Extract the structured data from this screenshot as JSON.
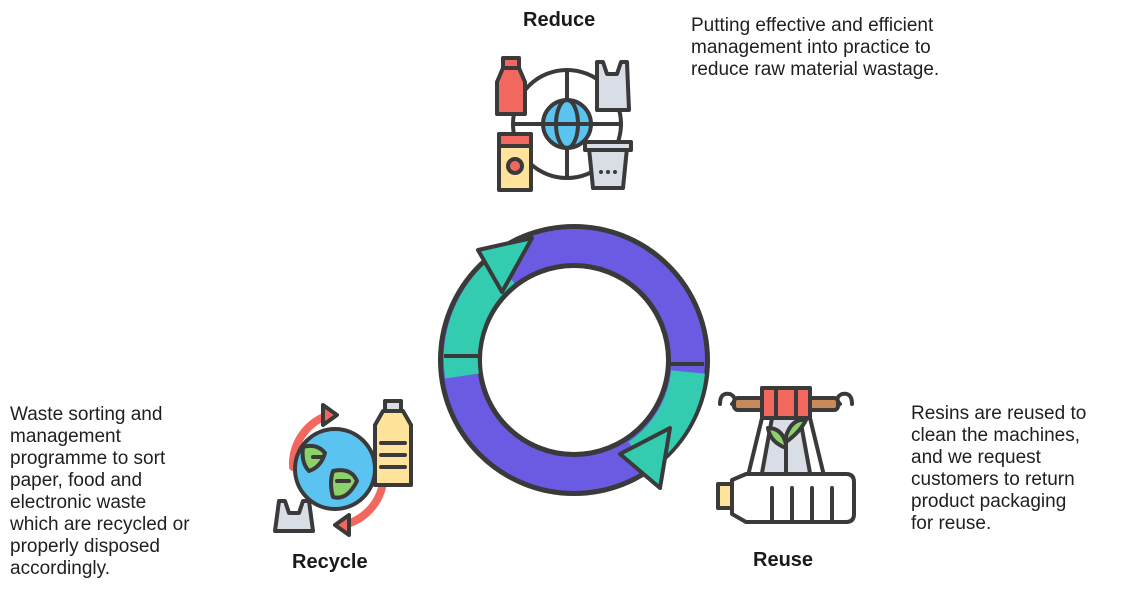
{
  "reduce": {
    "title": "Reduce",
    "description_lines": [
      "Putting effective and efficient",
      "management into practice to",
      "reduce raw material wastage."
    ]
  },
  "reuse": {
    "title": "Reuse",
    "description_lines": [
      "Resins are reused to",
      "clean the machines,",
      "and we request",
      "customers to return",
      "product packaging",
      "for reuse."
    ]
  },
  "recycle": {
    "title": "Recycle",
    "description_lines": [
      "Waste sorting and",
      "management",
      "programme to sort",
      "paper, food and",
      "electronic waste",
      "which are recycled or",
      "properly disposed",
      "accordingly."
    ]
  },
  "colors": {
    "arc_purple": "#6a5be2",
    "arc_teal": "#33ccb0",
    "outline": "#3a3a3a",
    "red": "#f2685f",
    "yellow": "#ffe39a",
    "globe_blue": "#5bc3f0",
    "globe_green": "#8bd26a",
    "bag_grey": "#d9dde6",
    "wood": "#c98a5a"
  },
  "icons": {
    "reduce": "reduce-materials-icon",
    "reuse": "reuse-bottle-plant-icon",
    "recycle": "recycle-globe-icon",
    "cycle": "cycle-arrows-icon"
  }
}
